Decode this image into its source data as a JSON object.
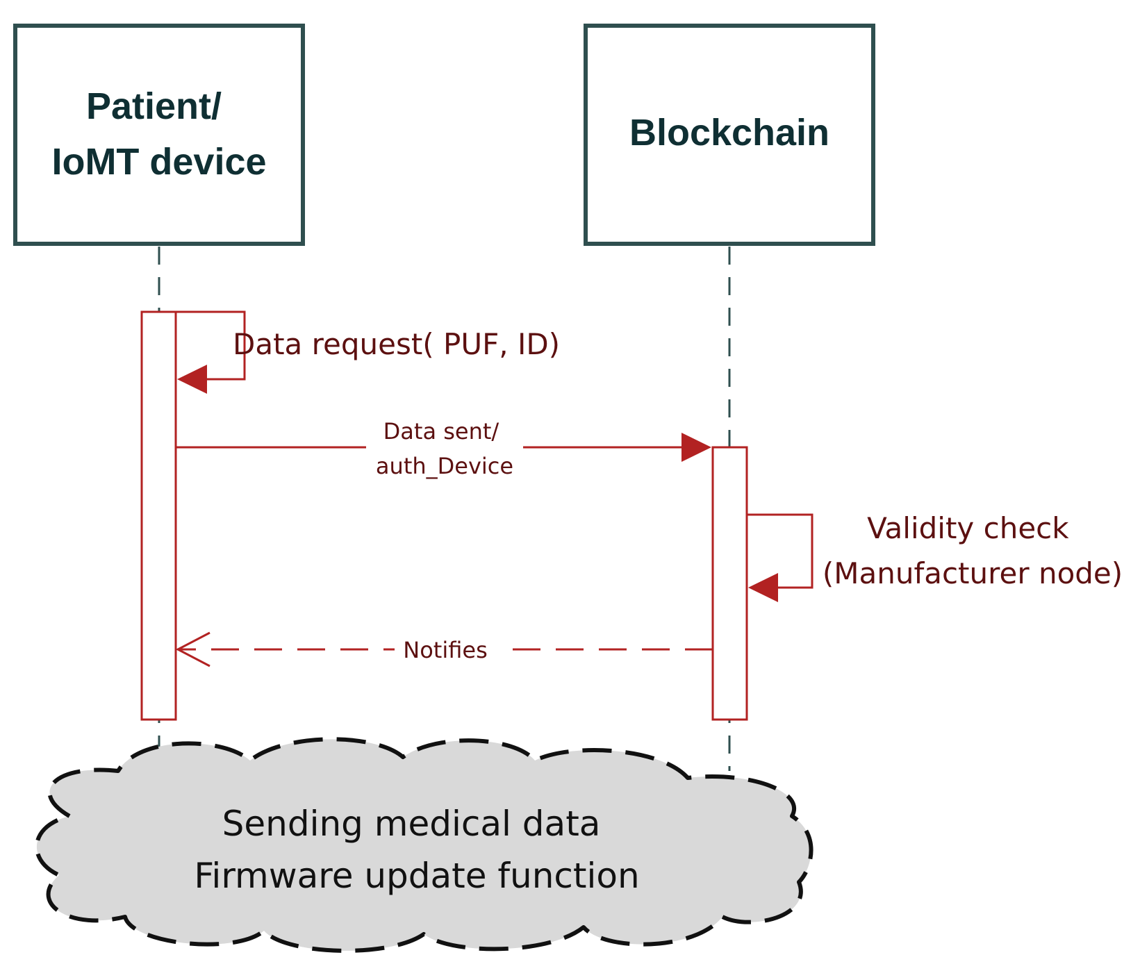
{
  "participants": [
    {
      "id": "patient",
      "label_lines": [
        "Patient/",
        "IoMT device"
      ]
    },
    {
      "id": "blockchain",
      "label_lines": [
        "Blockchain"
      ]
    }
  ],
  "messages": [
    {
      "id": "data-request",
      "from": "patient",
      "to": "patient",
      "style": "self-call",
      "label_lines": [
        "Data request( PUF, ID)"
      ]
    },
    {
      "id": "data-sent",
      "from": "patient",
      "to": "blockchain",
      "style": "sync",
      "label_lines": [
        "Data sent/",
        "auth_Device"
      ]
    },
    {
      "id": "validity-check",
      "from": "blockchain",
      "to": "blockchain",
      "style": "self-call",
      "label_lines": [
        "Validity check",
        "(Manufacturer node)"
      ]
    },
    {
      "id": "notifies",
      "from": "blockchain",
      "to": "patient",
      "style": "return",
      "label_lines": [
        "Notifies"
      ]
    }
  ],
  "note": {
    "shape": "cloud",
    "label_lines": [
      "Sending medical data",
      "Firmware update function"
    ]
  },
  "colors": {
    "box_stroke": "#2f4f4f",
    "message": "#b22222",
    "cloud_fill": "#d9d9d9"
  }
}
